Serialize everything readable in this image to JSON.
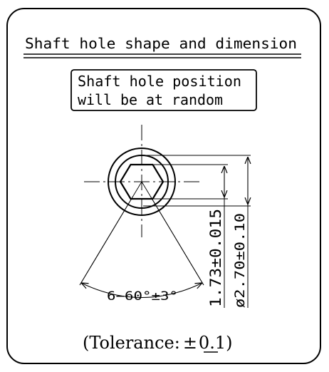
{
  "header": {
    "title": "Shaft hole shape and dimension"
  },
  "note": {
    "line1": "Shaft hole position",
    "line2": "will be at random"
  },
  "dimensions": {
    "angle": "6−60°±3°",
    "across_flats": "1.73±0.015",
    "diameter": "ø2.70±0.10"
  },
  "footer": {
    "prefix": "(Tolerance:",
    "plusminus": "±",
    "value": "0.1)"
  }
}
